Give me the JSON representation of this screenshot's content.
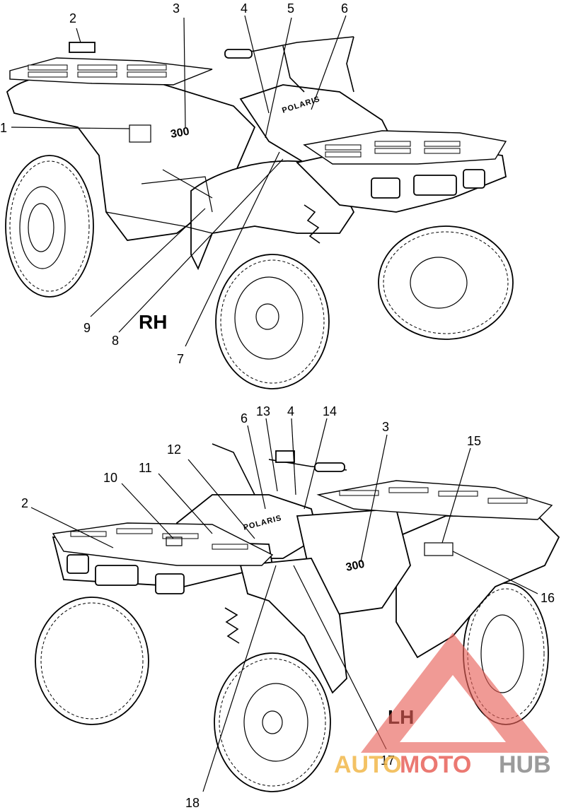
{
  "views": {
    "rh": {
      "label": "RH"
    },
    "lh": {
      "label": "LH"
    }
  },
  "callouts_rh": [
    "1",
    "2",
    "3",
    "4",
    "5",
    "6",
    "7",
    "8",
    "9"
  ],
  "callouts_lh": [
    "2",
    "10",
    "11",
    "12",
    "6",
    "13",
    "4",
    "14",
    "3",
    "15",
    "16",
    "17",
    "18"
  ],
  "decals": {
    "model": "300",
    "brand": "POLARIS"
  },
  "watermark": {
    "part1": "AUTO",
    "part2": "MOTO",
    "part3": "HUB",
    "colors": {
      "auto": "#f2b84b",
      "moto": "#e8625a",
      "hub": "#8a8a8a",
      "triangle": "#e8625a"
    }
  }
}
